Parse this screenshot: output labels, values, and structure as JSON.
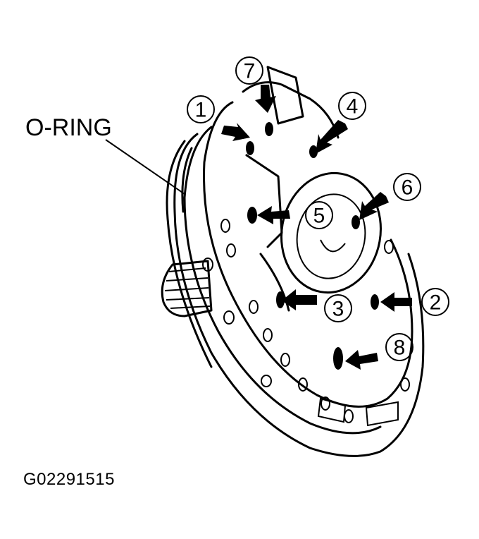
{
  "diagram": {
    "oring_label": "O-RING",
    "figure_id": "G02291515",
    "callouts": [
      "1",
      "2",
      "3",
      "4",
      "5",
      "6",
      "7",
      "8"
    ]
  }
}
